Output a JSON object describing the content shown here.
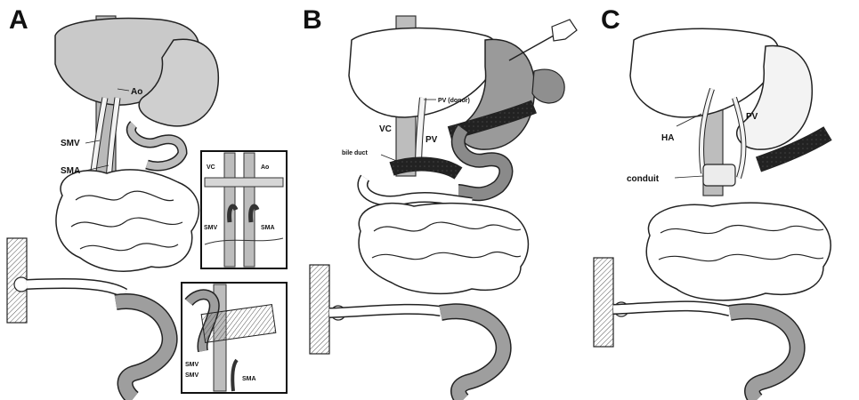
{
  "panels": [
    {
      "letter": "A"
    },
    {
      "letter": "B"
    },
    {
      "letter": "C"
    }
  ],
  "labels": {
    "panel_a": {
      "ao": "Ao",
      "smv": "SMV",
      "sma": "SMA",
      "inset1_vc": "VC",
      "inset1_ao": "Ao",
      "inset1_smv": "SMV",
      "inset1_sma": "SMA",
      "inset2_smv1": "SMV",
      "inset2_smv2": "SMV",
      "inset2_sma": "SMA"
    },
    "panel_b": {
      "pv_donor": "PV (donor)",
      "vc": "VC",
      "pv": "PV",
      "bile_duct": "bile duct"
    },
    "panel_c": {
      "ha": "HA",
      "pv": "PV",
      "conduit": "conduit"
    }
  }
}
